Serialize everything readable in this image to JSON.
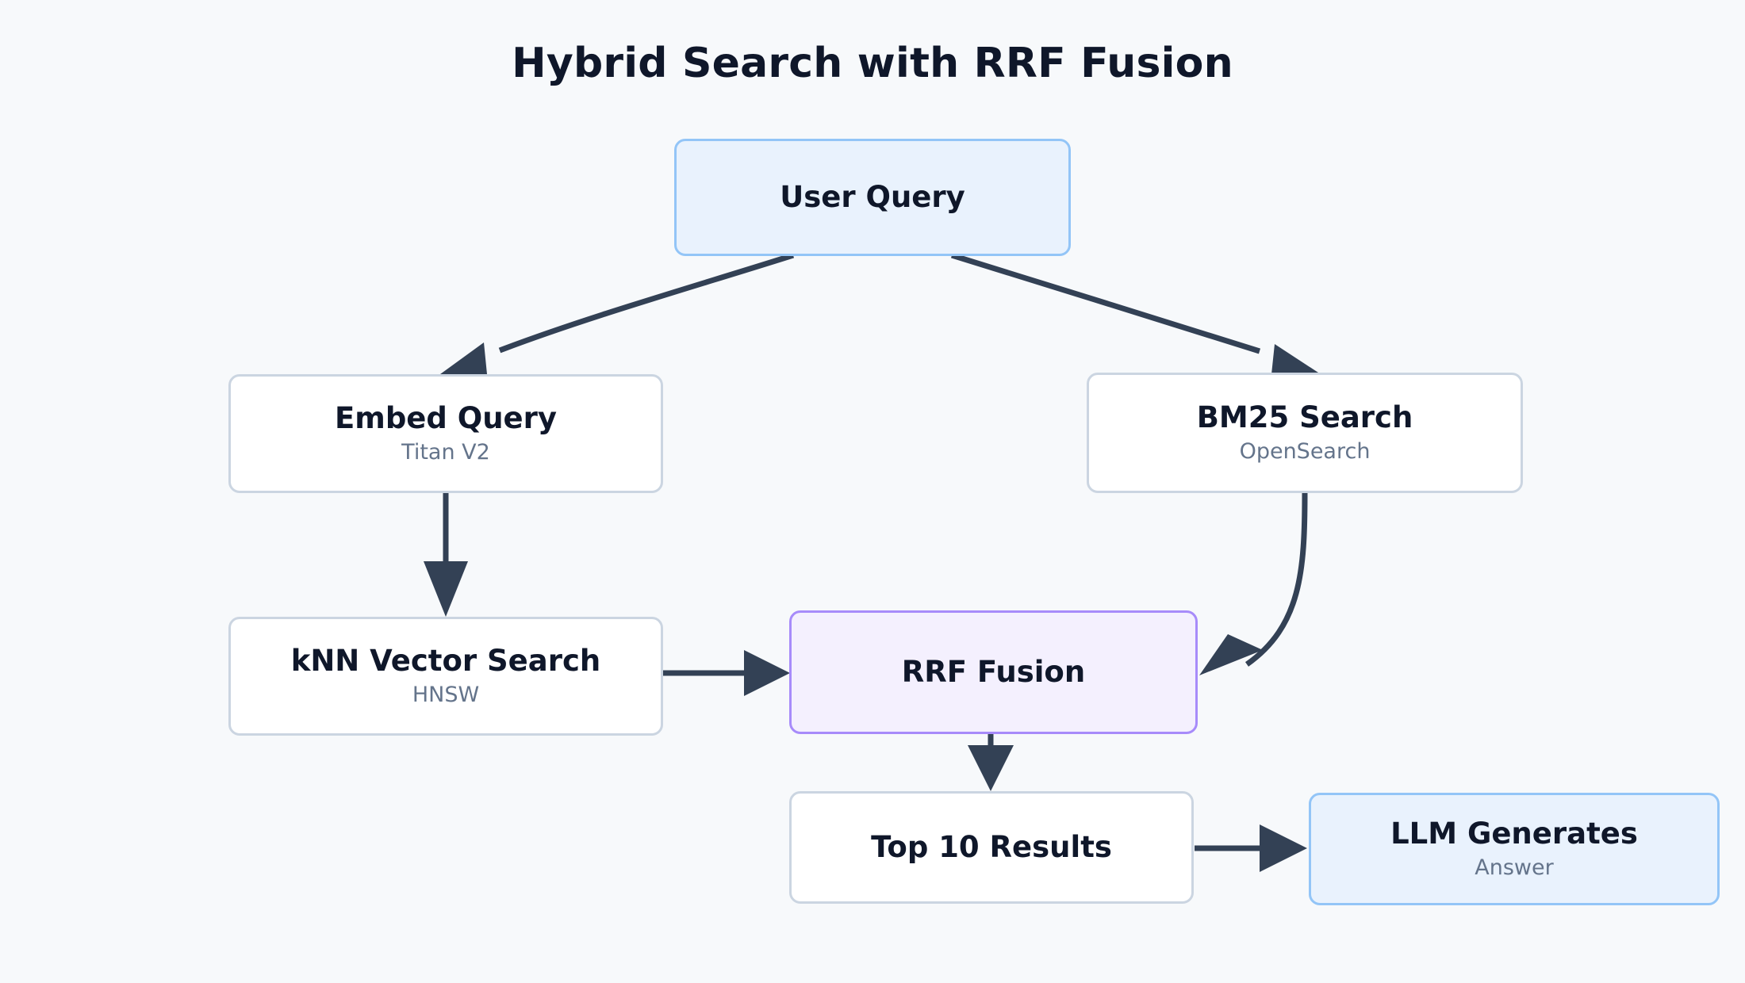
{
  "diagram": {
    "title": "Hybrid Search with RRF Fusion",
    "background_color": "#f7f9fb",
    "edge_color": "#334155",
    "text_color": "#0f172a",
    "subtitle_color": "#64748b"
  },
  "nodes": {
    "user_query": {
      "title": "User Query",
      "subtitle": "",
      "fill": "#e9f2fd",
      "border": "#93c5f7"
    },
    "embed_query": {
      "title": "Embed Query",
      "subtitle": "Titan V2",
      "fill": "#ffffff",
      "border": "#cbd5e1"
    },
    "bm25_search": {
      "title": "BM25 Search",
      "subtitle": "OpenSearch",
      "fill": "#ffffff",
      "border": "#cbd5e1"
    },
    "knn_search": {
      "title": "kNN Vector Search",
      "subtitle": "HNSW",
      "fill": "#ffffff",
      "border": "#cbd5e1"
    },
    "rrf_fusion": {
      "title": "RRF Fusion",
      "subtitle": "",
      "fill": "#f4f0fe",
      "border": "#a78bfa"
    },
    "top_results": {
      "title": "Top 10 Results",
      "subtitle": "",
      "fill": "#ffffff",
      "border": "#cbd5e1"
    },
    "llm_generates": {
      "title": "LLM Generates",
      "subtitle": "Answer",
      "fill": "#e9f2fd",
      "border": "#93c5f7"
    }
  },
  "edges": [
    {
      "name": "user-query-to-embed-query",
      "from": "user_query",
      "to": "embed_query",
      "label": ""
    },
    {
      "name": "user-query-to-bm25-search",
      "from": "user_query",
      "to": "bm25_search",
      "label": ""
    },
    {
      "name": "embed-query-to-knn-search",
      "from": "embed_query",
      "to": "knn_search",
      "label": ""
    },
    {
      "name": "knn-search-to-rrf-fusion",
      "from": "knn_search",
      "to": "rrf_fusion",
      "label": ""
    },
    {
      "name": "bm25-search-to-rrf-fusion",
      "from": "bm25_search",
      "to": "rrf_fusion",
      "label": ""
    },
    {
      "name": "rrf-fusion-to-top-results",
      "from": "rrf_fusion",
      "to": "top_results",
      "label": ""
    },
    {
      "name": "top-results-to-llm",
      "from": "top_results",
      "to": "llm_generates",
      "label": ""
    }
  ]
}
